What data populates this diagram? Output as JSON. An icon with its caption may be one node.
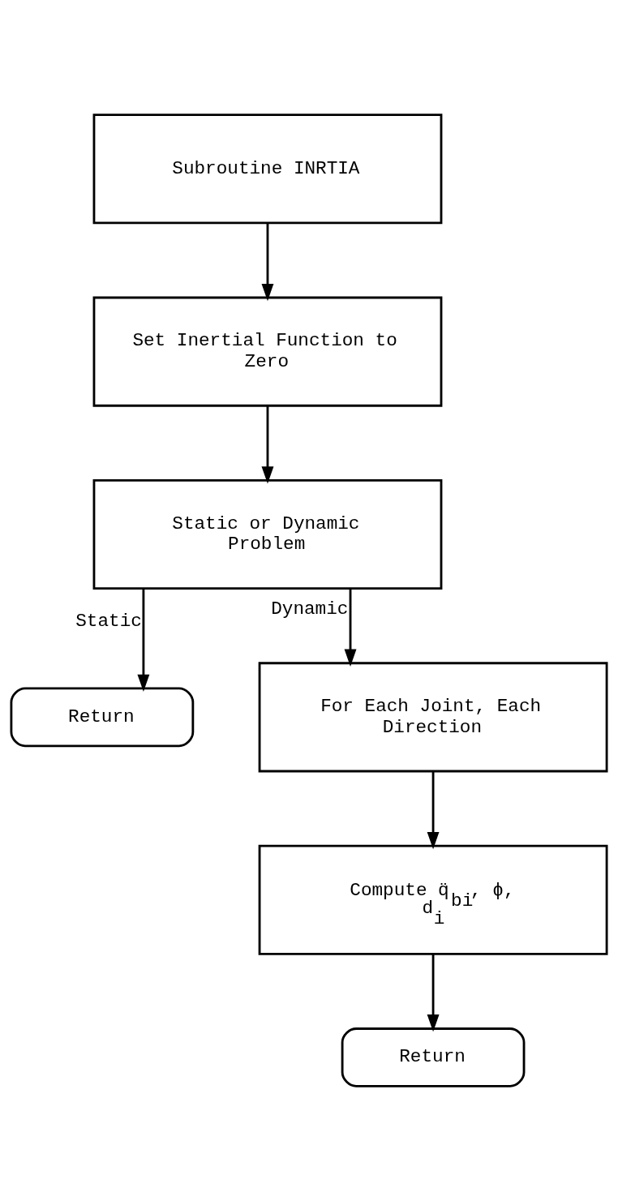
{
  "diagram": {
    "nodes": [
      {
        "text": [
          "Subroutine INRTIA"
        ]
      },
      {
        "text": [
          "Set Inertial Function to Zero"
        ]
      },
      {
        "text": [
          "Static or Dynamic Problem"
        ]
      },
      {
        "text": [
          "Return"
        ]
      },
      {
        "text": [
          "For Each Joint, Each Direction"
        ]
      },
      {
        "text": [
          "Compute q̈$_{bi}$, ϕ, d$_{i}$"
        ]
      },
      {
        "text": [
          "Return"
        ]
      }
    ],
    "edges": [
      {
        "from": 0,
        "to": 1,
        "arrow": "to"
      },
      {
        "from": 1,
        "to": 2,
        "arrow": "to"
      },
      {
        "from": 2,
        "to": 3,
        "arrow": "to",
        "label": "Static"
      },
      {
        "from": 2,
        "to": 4,
        "arrow": "to",
        "label": "Dynamic"
      },
      {
        "from": 4,
        "to": 5,
        "arrow": "to"
      },
      {
        "from": 5,
        "to": 6,
        "arrow": "to"
      }
    ]
  }
}
